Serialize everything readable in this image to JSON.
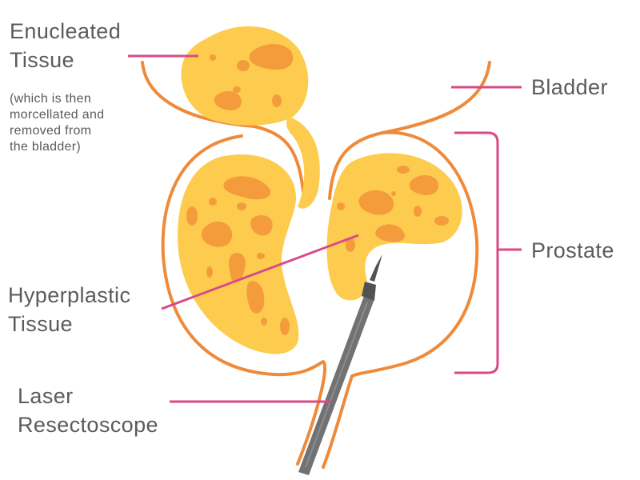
{
  "colors": {
    "outline": "#ef8a3a",
    "tissue": "#fdcc4e",
    "tissue_spot": "#f49c3c",
    "leader": "#d84a86",
    "scope_body": "#707274",
    "scope_dark": "#505254",
    "text": "#595b5e"
  },
  "labels": {
    "enucleated": {
      "line1": "Enucleated",
      "line2": "Tissue"
    },
    "enucleated_note": {
      "line1": "(which is then",
      "line2": "morcellated and",
      "line3": "removed from",
      "line4": "the bladder)"
    },
    "bladder": "Bladder",
    "prostate": "Prostate",
    "hyperplastic": {
      "line1": "Hyperplastic",
      "line2": "Tissue"
    },
    "laser": {
      "line1": "Laser",
      "line2": "Resectoscope"
    }
  },
  "icons": {
    "resectoscope": "laser-resectoscope-icon"
  }
}
